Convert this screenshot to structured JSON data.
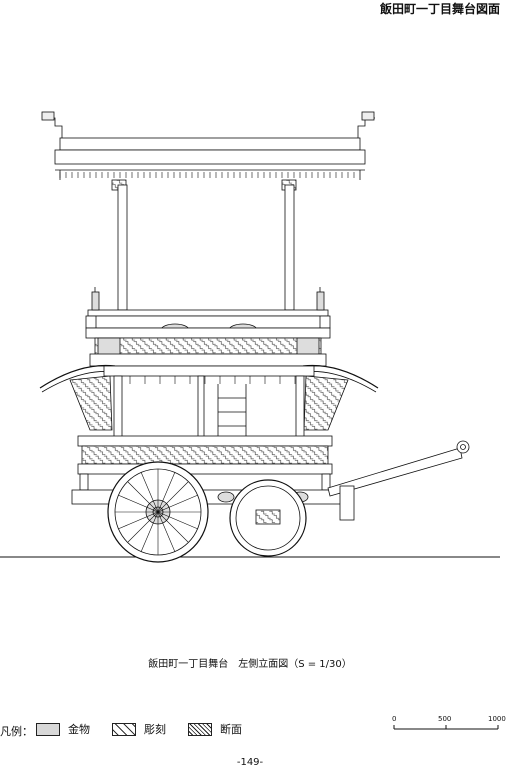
{
  "header": {
    "title": "飯田町一丁目舞台図面"
  },
  "caption": "飯田町一丁目舞台　左側立面図（S = 1/30）",
  "legend": {
    "label": "凡例：",
    "items": [
      {
        "key": "metal",
        "label": "金物"
      },
      {
        "key": "carving",
        "label": "彫刻"
      },
      {
        "key": "section",
        "label": "断面"
      }
    ]
  },
  "scale_bar": {
    "ticks": [
      "0",
      "500",
      "1000"
    ]
  },
  "page_number": "-149-"
}
